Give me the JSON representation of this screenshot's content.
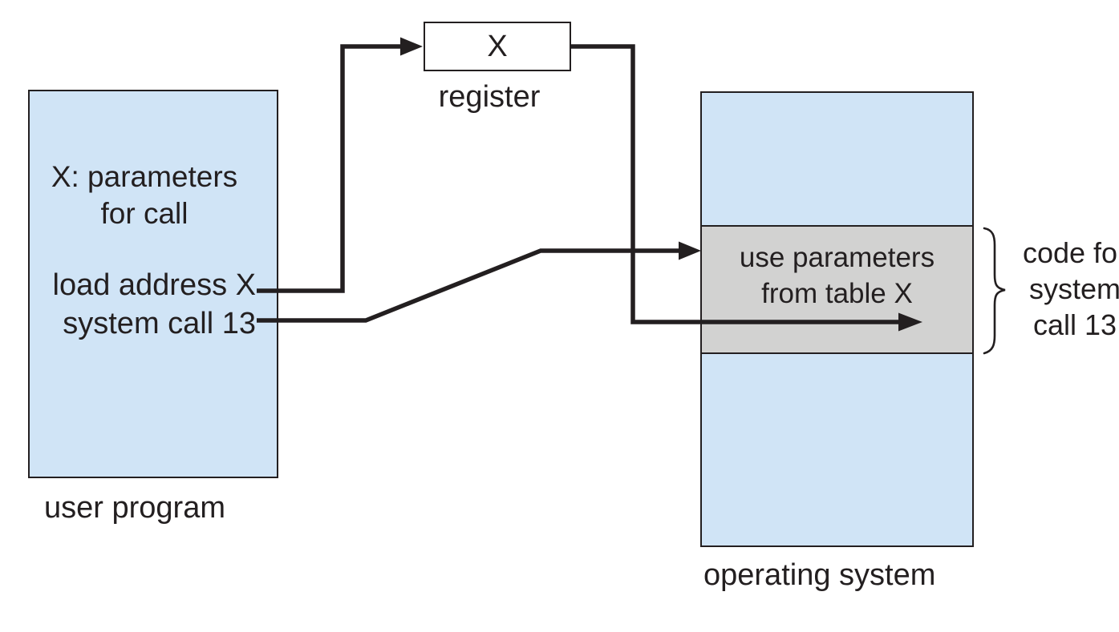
{
  "colors": {
    "box_fill_blue": "#d0e4f6",
    "section_fill_gray": "#d2d2d1",
    "line_and_text": "#231f20",
    "background": "#ffffff",
    "register_fill": "#ffffff"
  },
  "register": {
    "value": "X",
    "caption": "register"
  },
  "user_program": {
    "caption": "user program",
    "note_line1": "X: parameters",
    "note_line2": "for call",
    "instruction1": "load address X",
    "instruction2": "system call 13"
  },
  "operating_system": {
    "caption": "operating system",
    "handler_line1": "use parameters",
    "handler_line2": "from table X"
  },
  "code_label": {
    "line1": "code for",
    "line2": "system",
    "line3": "call 13"
  }
}
